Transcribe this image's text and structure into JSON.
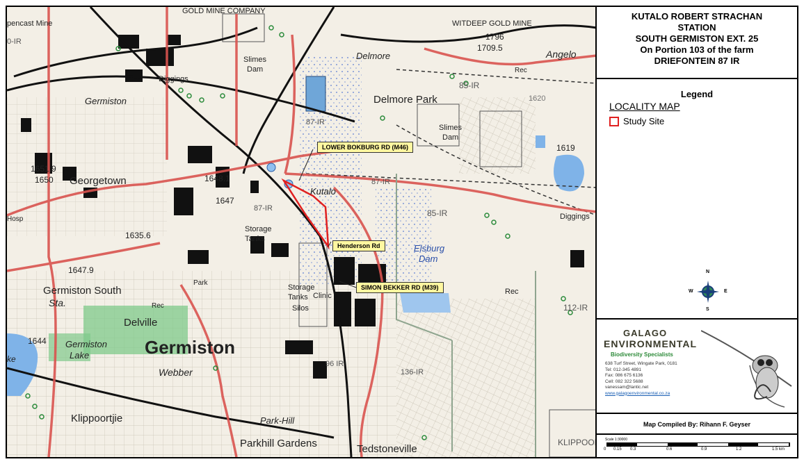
{
  "title": {
    "line1": "KUTALO ROBERT STRACHAN",
    "line2": "STATION",
    "line3": "SOUTH GERMISTON EXT. 25",
    "line4": "On Portion 103 of the farm",
    "line5": "DRIEFONTEIN 87 IR"
  },
  "legend": {
    "heading": "Legend",
    "subheading": "LOCALITY MAP",
    "items": [
      {
        "label": "Study Site",
        "color": "#e02020"
      }
    ]
  },
  "compass": {
    "n": "N",
    "s": "S",
    "e": "E",
    "w": "W"
  },
  "logo": {
    "name1": "GALAGO",
    "name2": "ENVIRONMENTAL",
    "tagline": "Biodiversity Specialists",
    "address": "638 Turf Street, Wingate Park, 0181",
    "tel": "Tel: 012-345 4891",
    "fax": "Fax: 086 675 6136",
    "cell": "Cell: 082 322 5688",
    "email": "vanessam@lantic.net",
    "web": "www.galagoenvironmental.co.za"
  },
  "compiled_by": "Map Compiled By: Rihann F. Geyser",
  "scale": {
    "label": "Scale 1:30000",
    "ticks": [
      "0",
      "0.15",
      "0.3",
      "0.6",
      "0.9",
      "1.2",
      "1.5 km"
    ]
  },
  "road_labels": {
    "lower_bokburg": "LOWER BOKBURG RD (M46)",
    "henderson": "Henderson Rd",
    "simon_bekker": "SIMON BEKKER RD (M39)"
  },
  "place_labels": {
    "germiston_big": "Germiston",
    "germiston_north": "Germiston",
    "georgetown": "Georgetown",
    "germiston_south": "Germiston South",
    "sta": "Sta.",
    "delville": "Delville",
    "germiston_lake1": "Germiston",
    "germiston_lake2": "Lake",
    "webber": "Webber",
    "klippoortjie": "Klippoortjie",
    "park_hill": "Park-Hill",
    "parkhill_gardens": "Parkhill Gardens",
    "tedstoneville": "Tedstoneville",
    "delmore_park": "Delmore Park",
    "delmore": "Delmore",
    "kutalo": "Kutalo",
    "elsburg1": "Elsburg",
    "elsburg2": "Dam",
    "angelo": "Angelo",
    "diggings1": "Diggings",
    "diggings2": "Diggings",
    "storage_tanks1": "Storage",
    "storage_tanks1b": "Tanks",
    "storage_tanks2": "Storage",
    "storage_tanks2b": "Tanks",
    "silos": "Silos",
    "clinic": "Clinic",
    "slimes_dam1": "Slimes",
    "slimes_dam1b": "Dam",
    "slimes_dam2": "Slimes",
    "slimes_dam2b": "Dam",
    "gold_mine": "GOLD MINE COMPANY",
    "witdeep": "WITDEEP GOLD MINE",
    "opencast": "pencast Mine",
    "rec1": "Rec",
    "rec2": "Rec",
    "rec3": "Rec",
    "park": "Park",
    "klippoor": "KLIPPOOR",
    "ir85a": "85-IR",
    "ir85b": "85-IR",
    "ir87a": "87-IR",
    "ir87b": "87-IR",
    "ir87c": "87-IR",
    "ir112": "112-IR",
    "ir136": "136-IR",
    "ir96": "96 IR",
    "h1648": "1648.1",
    "h1647": "1647",
    "h1635": "1635.6",
    "h1647_9": "1647.9",
    "h1644": "1644",
    "h1619": "1619",
    "h1709": "1709.5",
    "h1796": "1796",
    "h1620": "1620",
    "h1651": "1651.9",
    "h1650": "1650",
    "hosp": "Hosp",
    "ke": "ke",
    "ir0": "0-IR"
  }
}
